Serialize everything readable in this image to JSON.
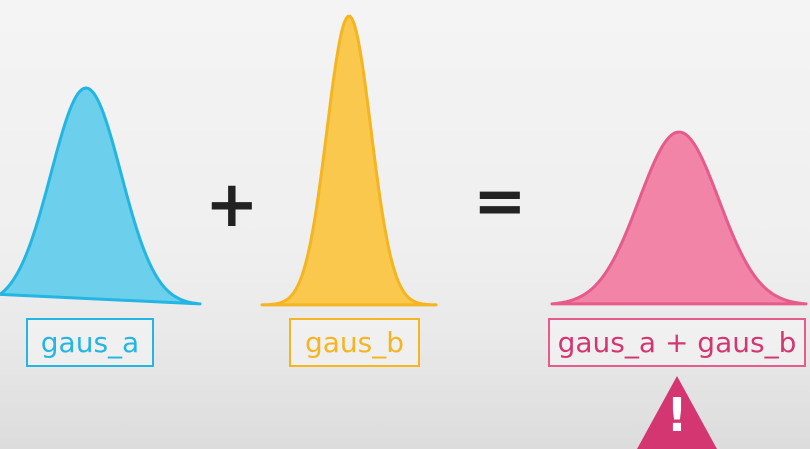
{
  "labels": {
    "a": "gaus_a",
    "b": "gaus_b",
    "sum": "gaus_a + gaus_b"
  },
  "operators": {
    "plus": "+",
    "equals": "="
  },
  "warning": {
    "glyph": "!",
    "icon": "warning-triangle-icon"
  },
  "colors": {
    "gaus_a": "#6ccfec",
    "gaus_a_stroke": "#23b6e2",
    "gaus_b": "#fbc84e",
    "gaus_b_stroke": "#f4b520",
    "gaus_sum": "#f284a8",
    "gaus_sum_stroke": "#e55b8c",
    "warning": "#d43672",
    "operator": "#222222"
  }
}
